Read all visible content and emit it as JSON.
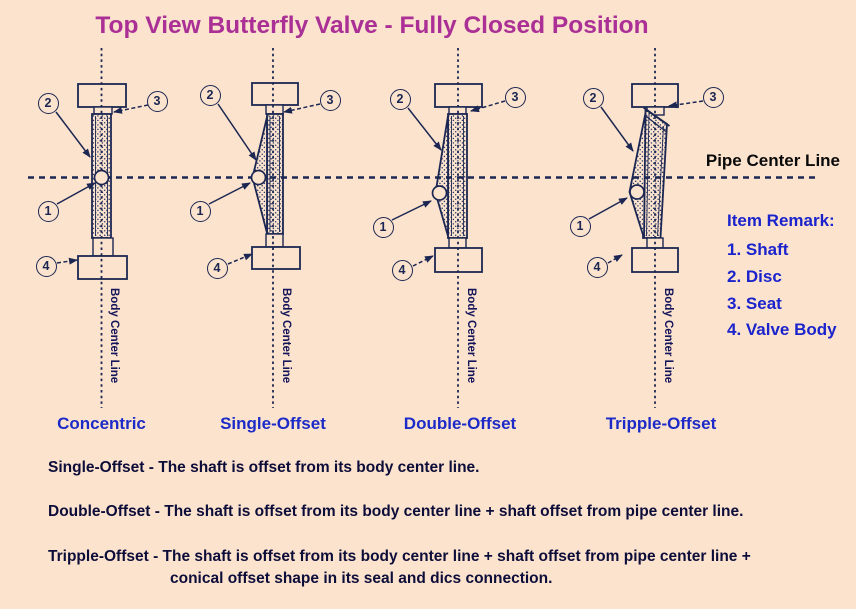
{
  "title": "Top View Butterfly Valve - Fully Closed Position",
  "labels": {
    "pipe_center_line": "Pipe Center Line",
    "body_center_line": "Body Center Line"
  },
  "item_remark": {
    "heading": "Item Remark:",
    "items": [
      "1. Shaft",
      "2. Disc",
      "3. Seat",
      "4. Valve Body"
    ]
  },
  "callout_numbers": {
    "shaft": "1",
    "disc": "2",
    "seat": "3",
    "valve_body": "4"
  },
  "valve_types": [
    {
      "name": "Concentric"
    },
    {
      "name": "Single-Offset"
    },
    {
      "name": "Double-Offset"
    },
    {
      "name": "Tripple-Offset"
    }
  ],
  "descriptions": {
    "single_offset": "Single-Offset - The shaft is offset from its body center line.",
    "double_offset": "Double-Offset - The shaft is offset from its body center line + shaft offset from pipe center line.",
    "tripple_offset_line1": "Tripple-Offset - The shaft is offset from its body center line + shaft offset from pipe center line +",
    "tripple_offset_line2": "conical offset shape in its seal and dics connection."
  },
  "colors": {
    "background": "#fce3ce",
    "diagram_line_navy": "#1b2752",
    "label_blue": "#1c2bc7",
    "item_remark_blue": "#1b24cc",
    "title_magenta": "#ab3095",
    "pipe_label_black": "#0a0a0a",
    "description_navy": "#0d0d3a"
  }
}
